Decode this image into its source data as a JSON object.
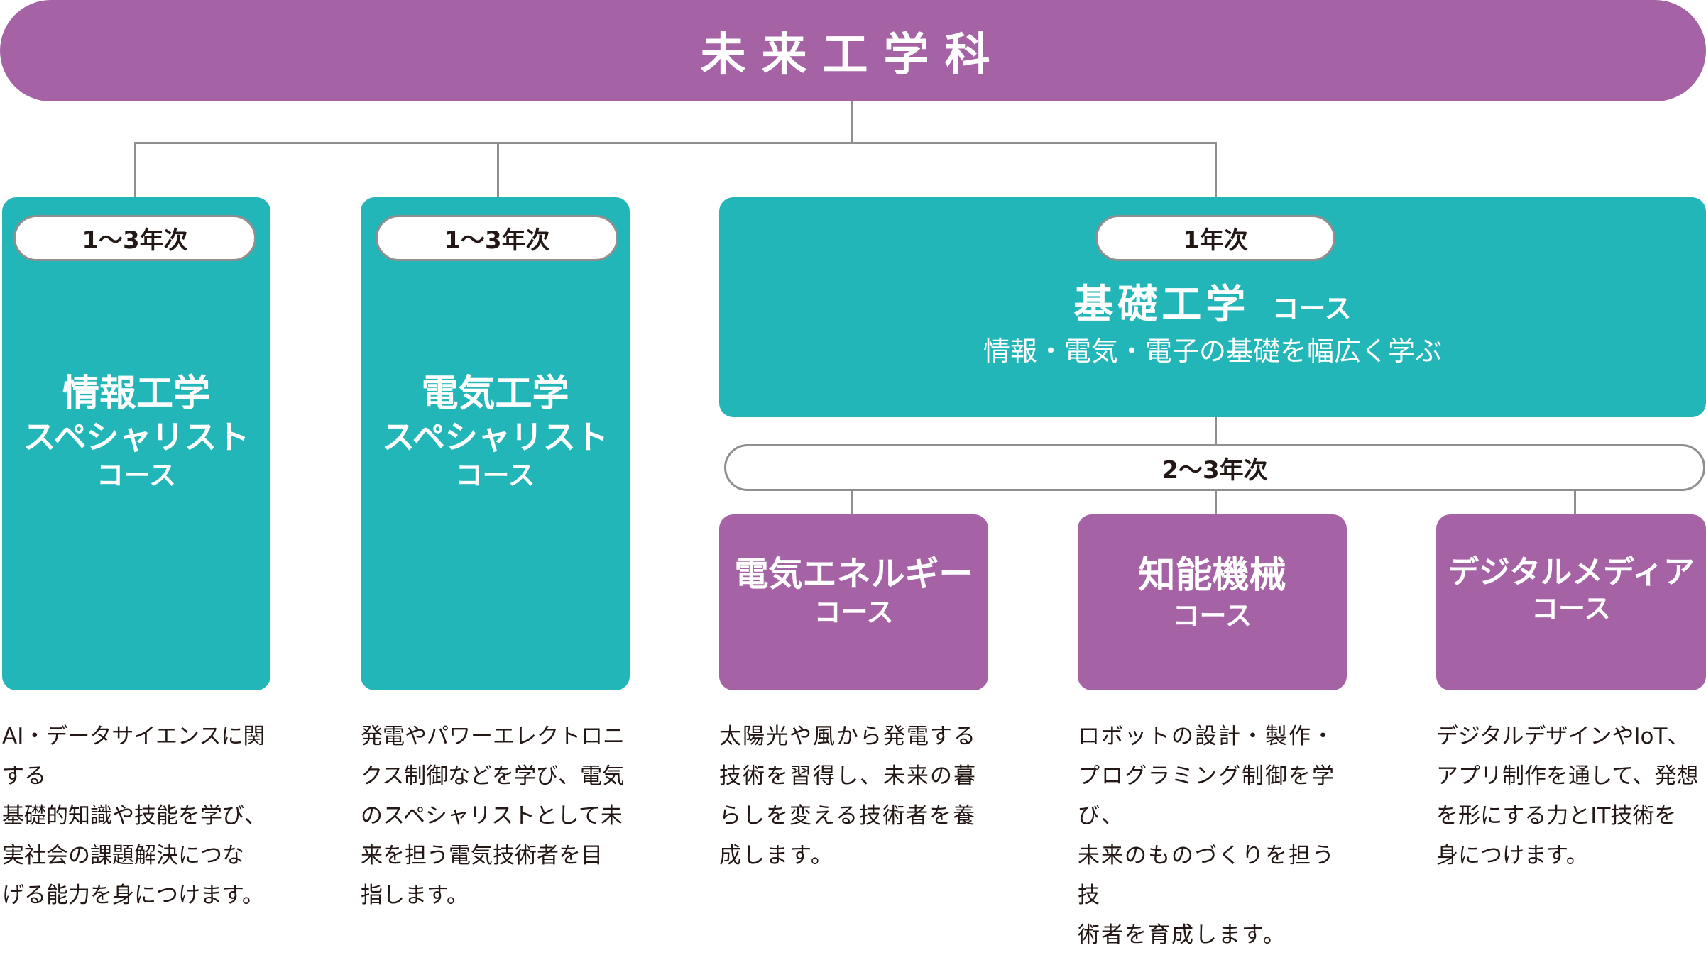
{
  "department": {
    "name": "未来工学科"
  },
  "specialist_courses": [
    {
      "year": "1～3年次",
      "title": "情報工学",
      "sub": "スペシャリスト",
      "course": "コース",
      "desc": "AI・データサイエンスに関する\n基礎的知識や技能を学び、\n実社会の課題解決につな\nげる能力を身につけます。"
    },
    {
      "year": "1～3年次",
      "title": "電気工学",
      "sub": "スペシャリスト",
      "course": "コース",
      "desc": "発電やパワーエレクトロニ\nクス制御などを学び、電気\nのスペシャリストとして未\n来を担う電気技術者を目\n指します。"
    }
  ],
  "basic": {
    "year": "1年次",
    "title": "基礎工学",
    "course": "コース",
    "desc": "情報・電気・電子の基礎を幅広く学ぶ"
  },
  "advanced": {
    "year": "2～3年次",
    "courses": [
      {
        "title": "電気エネルギー",
        "course": "コース",
        "desc": "太陽光や風から発電する\n技術を習得し、未来の暮\nらしを変える技術者を養\n成します。"
      },
      {
        "title": "知能機械",
        "course": "コース",
        "desc": "ロボットの設計・製作・\nプログラミング制御を学び、\n未来のものづくりを担う技\n術者を育成します。"
      },
      {
        "title": "デジタルメディア",
        "course": "コース",
        "desc": "デジタルデザインやIoT、\nアプリ制作を通して、発想\nを形にする力とIT技術を\n身につけます。"
      }
    ]
  },
  "colors": {
    "purple": "#a562a5",
    "teal": "#23b6b9",
    "connector": "#8f8f8f"
  }
}
